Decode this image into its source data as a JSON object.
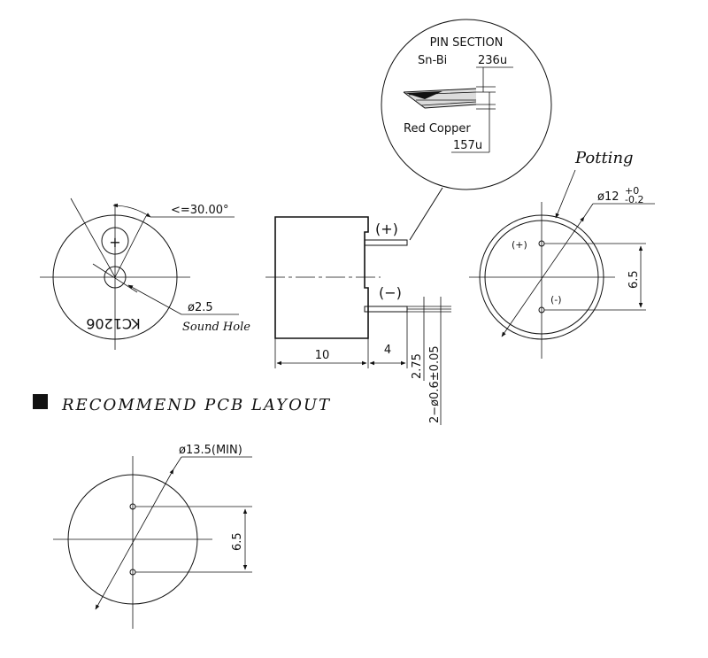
{
  "pin_section": {
    "title": "PIN SECTION",
    "plating": "Sn-Bi",
    "plating_thickness": "236u",
    "core": "Red Copper",
    "core_thickness": "157u"
  },
  "front_view": {
    "angle_label": "<=30.00°",
    "marking": "KC1206",
    "plus_symbol": "+",
    "sound_hole_dia": "ø2.5",
    "sound_hole_label": "Sound Hole"
  },
  "side_view": {
    "plus_label": "(+)",
    "minus_label": "(−)",
    "body_height": "10",
    "pin_length": "4",
    "pin_offset": "2.75",
    "pin_diameter": "2−ø0.6±0.05"
  },
  "bottom_view": {
    "potting_label": "Potting",
    "body_dia": "ø12",
    "tol_plus": "+0",
    "tol_minus": "-0.2",
    "plus_label": "(+)",
    "minus_label": "(-)",
    "pin_pitch": "6.5"
  },
  "pcb_layout": {
    "heading": "RECOMMEND PCB LAYOUT",
    "hole_circle_dia": "ø13.5(MIN)",
    "pin_pitch": "6.5"
  }
}
